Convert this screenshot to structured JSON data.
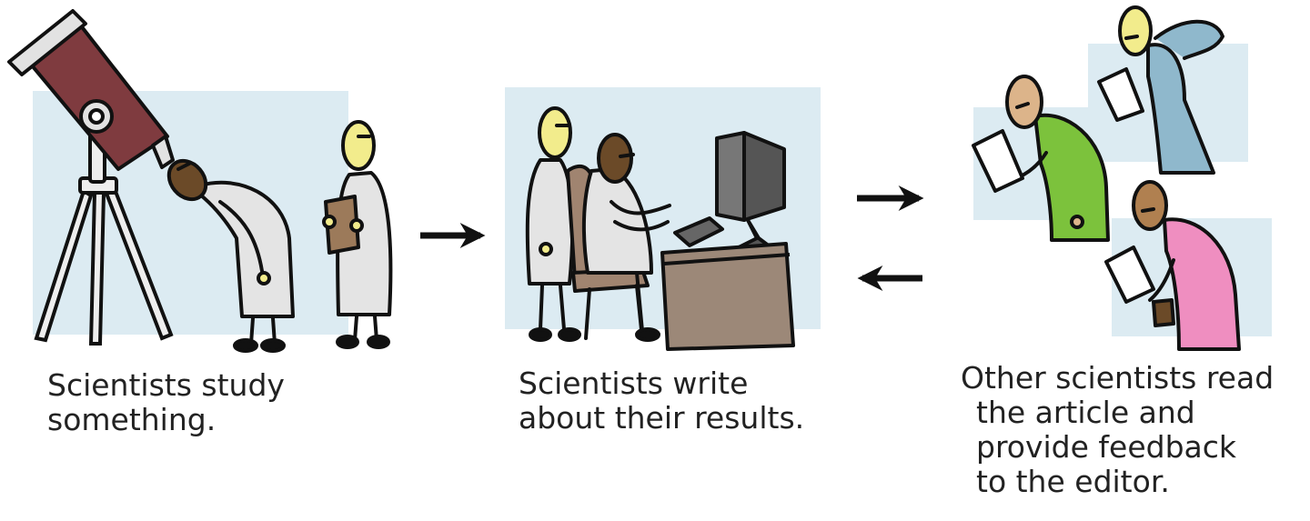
{
  "colors": {
    "panel_bg": "#dcebf2",
    "outline": "#111111",
    "telescope": "#7f3b3f",
    "coat": "#e4e4e4",
    "skin_light": "#f2ec8c",
    "skin_dark": "#6b4a28",
    "skin_tan": "#dcb48a",
    "desk": "#9c8878",
    "chair": "#a08470",
    "monitor": "#555555",
    "green": "#7cc23c",
    "blue": "#8fb8cc",
    "pink": "#ef8ec0"
  },
  "steps": [
    {
      "caption": [
        "Scientists study",
        "something."
      ]
    },
    {
      "caption": [
        "Scientists write",
        "about their results."
      ]
    },
    {
      "caption": [
        "Other scientists read",
        "the article and",
        "provide feedback",
        "to the editor."
      ]
    }
  ],
  "arrows": [
    "arrow-right",
    "arrow-right",
    "arrow-left"
  ]
}
